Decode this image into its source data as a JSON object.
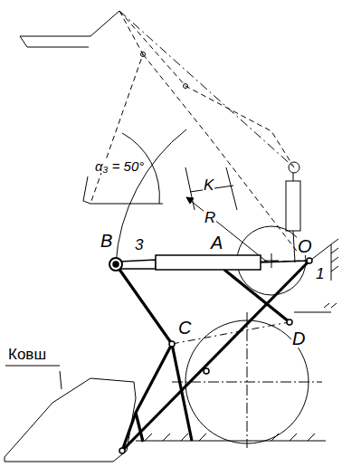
{
  "diagram": {
    "labels": [
      "α₃ = 50°",
      "K",
      "R",
      "B",
      "3",
      "A",
      "O",
      "1",
      "C",
      "D",
      "Ковш"
    ]
  }
}
